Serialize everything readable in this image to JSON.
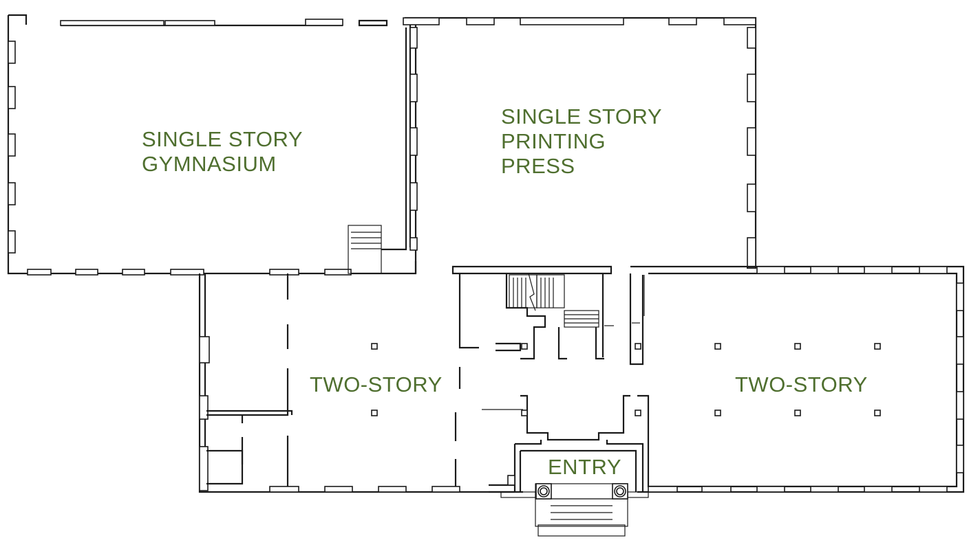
{
  "colors": {
    "label": "#4f6f2f",
    "line": "#1a1a1a",
    "background": "#ffffff"
  },
  "rooms": {
    "gymnasium": {
      "line1": "SINGLE STORY",
      "line2": "GYMNASIUM"
    },
    "printing_press": {
      "line1": "SINGLE STORY",
      "line2": "PRINTING",
      "line3": "PRESS"
    },
    "two_story_left": {
      "label": "TWO-STORY"
    },
    "two_story_right": {
      "label": "TWO-STORY"
    },
    "entry": {
      "label": "ENTRY"
    }
  }
}
